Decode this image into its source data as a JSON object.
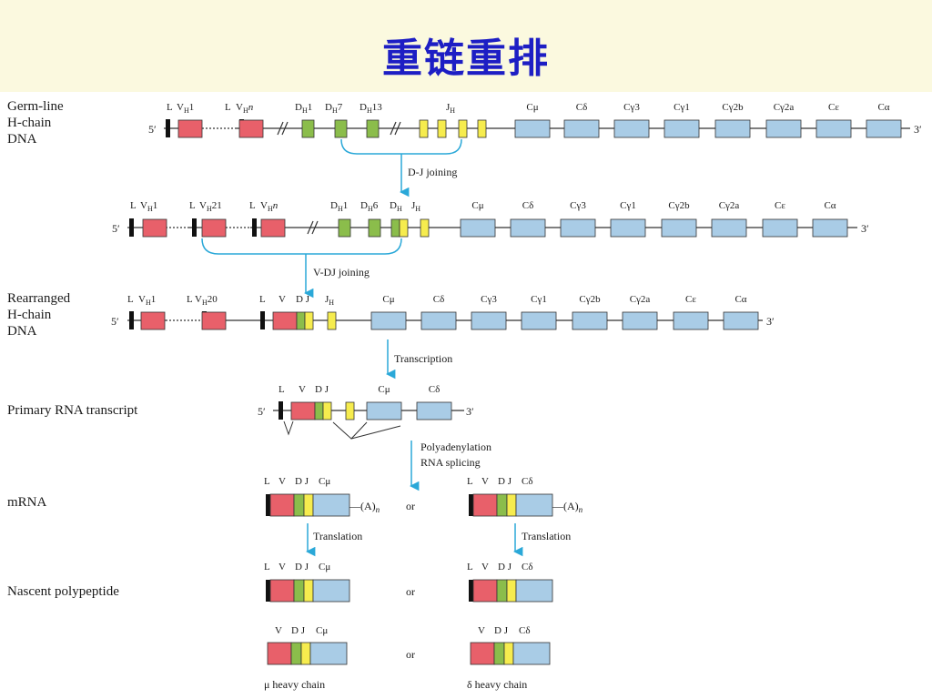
{
  "title": "重链重排",
  "colors": {
    "title": "#1d1ec4",
    "band": "#fbf9df",
    "leader": "#111111",
    "v_segment": "#e8606a",
    "d_segment": "#8bbd4b",
    "j_segment": "#f6ec4e",
    "c_segment": "#a9cce6",
    "arrow": "#2aa8d8",
    "line": "#333333"
  },
  "stages": {
    "germline": "Germ-line\nH-chain\nDNA",
    "rearranged": "Rearranged\nH-chain\nDNA",
    "primary": "Primary RNA transcript",
    "mrna": "mRNA",
    "nascent": "Nascent polypeptide"
  },
  "steps": {
    "dj": "D-J joining",
    "vdj": "V-DJ joining",
    "transcription": "Transcription",
    "polyadenylation": "Polyadenylation",
    "splicing": "RNA splicing",
    "translation": "Translation"
  },
  "ends": {
    "five": "5′",
    "three": "3′"
  },
  "germline_labels": {
    "l1": "L",
    "v1": "V",
    "v1sub": "H",
    "v1num": "1",
    "l2": "L",
    "vn": "V",
    "vnsub": "H",
    "vnnum": "n",
    "d1": "D",
    "d1sub": "H",
    "d1num": "1",
    "d7": "D",
    "d7sub": "H",
    "d7num": "7",
    "d13": "D",
    "d13sub": "H",
    "d13num": "13",
    "jh": "J",
    "jhsub": "H"
  },
  "dj_labels": {
    "l1": "L",
    "v1": "V",
    "v1sub": "H",
    "v1num": "1",
    "l2": "L",
    "v21": "V",
    "v21sub": "H",
    "v21num": "21",
    "l3": "L",
    "vn": "V",
    "vnsub": "H",
    "vnnum": "n",
    "d1": "D",
    "d1sub": "H",
    "d1num": "1",
    "d6": "D",
    "d6sub": "H",
    "d6num": "6",
    "dh": "D",
    "dhsub": "H",
    "jh": "J",
    "jhsub": "H"
  },
  "rearranged_labels": {
    "l1": "L",
    "v1": "V",
    "v1sub": "H",
    "v1num": "1",
    "l2": "L",
    "v20": "V",
    "v20sub": "H",
    "v20num": "20",
    "l3": "L",
    "v": "V",
    "dj": "D J",
    "jh": "J",
    "jhsub": "H"
  },
  "constant_genes": [
    "Cμ",
    "Cδ",
    "Cγ3",
    "Cγ1",
    "Cγ2b",
    "Cγ2a",
    "Cε",
    "Cα"
  ],
  "transcript_labels": {
    "l": "L",
    "v": "V",
    "dj": "D J",
    "cmu": "Cμ",
    "cdelta": "Cδ"
  },
  "mrna_left": {
    "l": "L",
    "v": "V",
    "dj": "D J",
    "c": "Cμ",
    "tail": "—(A)",
    "tailsub": "n"
  },
  "mrna_right": {
    "l": "L",
    "v": "V",
    "dj": "D J",
    "c": "Cδ",
    "tail": "—(A)",
    "tailsub": "n"
  },
  "poly_left": {
    "l": "L",
    "v": "V",
    "dj": "D J",
    "c": "Cμ"
  },
  "poly_right": {
    "l": "L",
    "v": "V",
    "dj": "D J",
    "c": "Cδ"
  },
  "chain_left": {
    "v": "V",
    "dj": "D J",
    "c": "Cμ",
    "caption": "μ heavy chain"
  },
  "chain_right": {
    "v": "V",
    "dj": "D J",
    "c": "Cδ",
    "caption": "δ heavy chain"
  },
  "or_label": "or"
}
